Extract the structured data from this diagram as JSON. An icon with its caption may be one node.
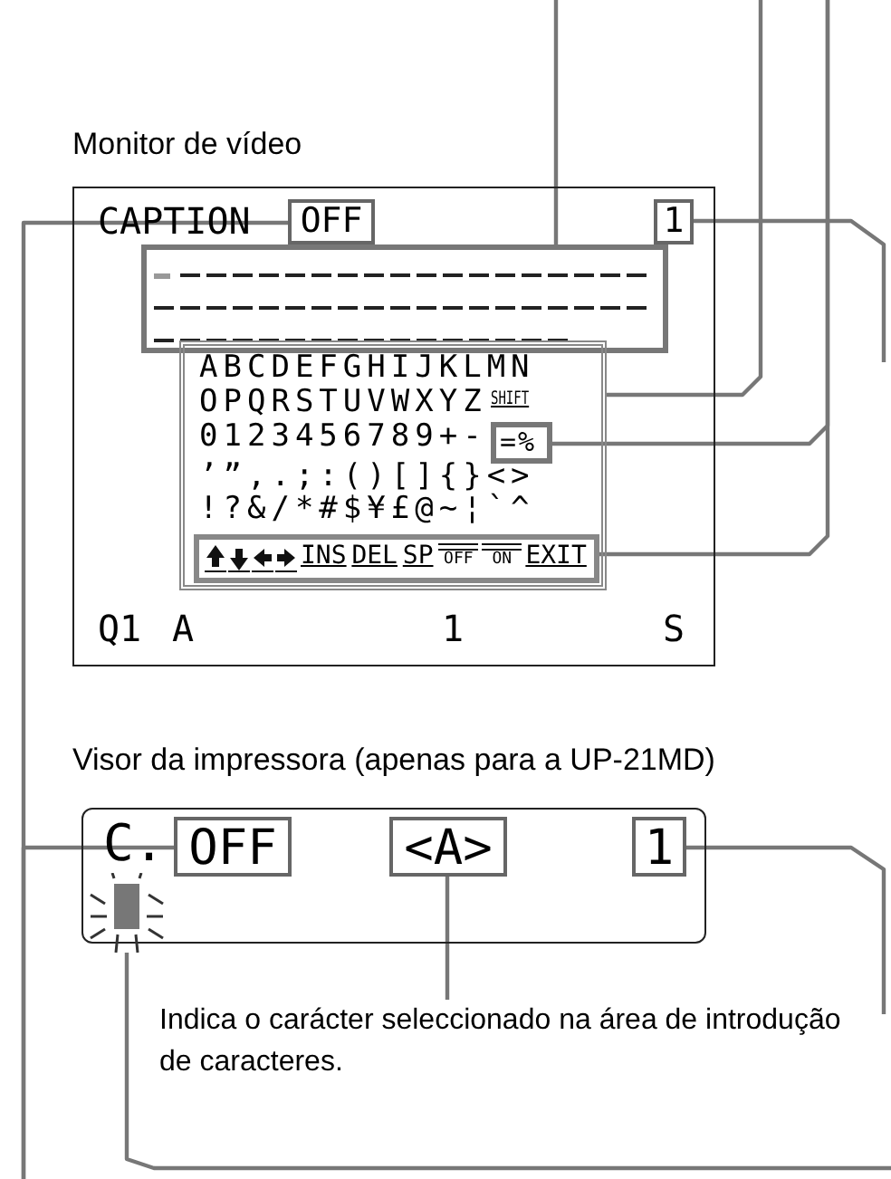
{
  "diagram": {
    "nodes": [
      {
        "text": [
          "Monitor de vídeo"
        ]
      },
      {
        "text": [
          "OFF"
        ],
        "in": 0
      },
      {
        "text": [
          "1"
        ],
        "in": 0
      },
      {
        "text": [],
        "shape": "box",
        "in": 0
      },
      {
        "text": [
          "ABCDEFGHIJKLMN",
          "OPQRSTUVWXYZ",
          "SHIFT",
          "0123456789+-",
          "’”,.;:()[]{}<>",
          "!?&/*#$¥£@~¦`^"
        ],
        "in": 0
      },
      {
        "text": [
          "=%"
        ],
        "in": 4
      },
      {
        "text": [
          "INS",
          "DEL",
          "SP",
          "OFF",
          "ON",
          "EXIT"
        ],
        "in": 4
      },
      {
        "text": [
          "Visor da impressora (apenas para a UP-21MD)"
        ]
      },
      {
        "text": [
          "OFF"
        ],
        "in": 7
      },
      {
        "text": [
          "<A>"
        ],
        "in": 7
      },
      {
        "text": [
          "1"
        ],
        "in": 7
      },
      {
        "text": [],
        "shape": "box",
        "in": 7
      },
      {
        "text": [
          "Indica o carácter seleccionado na área de introdução de caracteres."
        ]
      }
    ],
    "edges": [
      {
        "from": null,
        "to": 1,
        "arrow": "none"
      },
      {
        "from": null,
        "to": 8,
        "arrow": "none"
      },
      {
        "from": 2,
        "to": null,
        "arrow": "none"
      },
      {
        "from": 10,
        "to": null,
        "arrow": "none"
      },
      {
        "from": 11,
        "to": null,
        "arrow": "none"
      },
      {
        "from": 12,
        "to": 9,
        "arrow": "none"
      },
      {
        "from": null,
        "to": 3,
        "arrow": "none"
      },
      {
        "from": null,
        "to": 4,
        "arrow": "none"
      },
      {
        "from": null,
        "to": 5,
        "arrow": "none"
      },
      {
        "from": null,
        "to": 6,
        "arrow": "none"
      }
    ],
    "labels": [
      "CAPTION",
      "Q1",
      "A",
      "1",
      "S",
      "C."
    ]
  }
}
